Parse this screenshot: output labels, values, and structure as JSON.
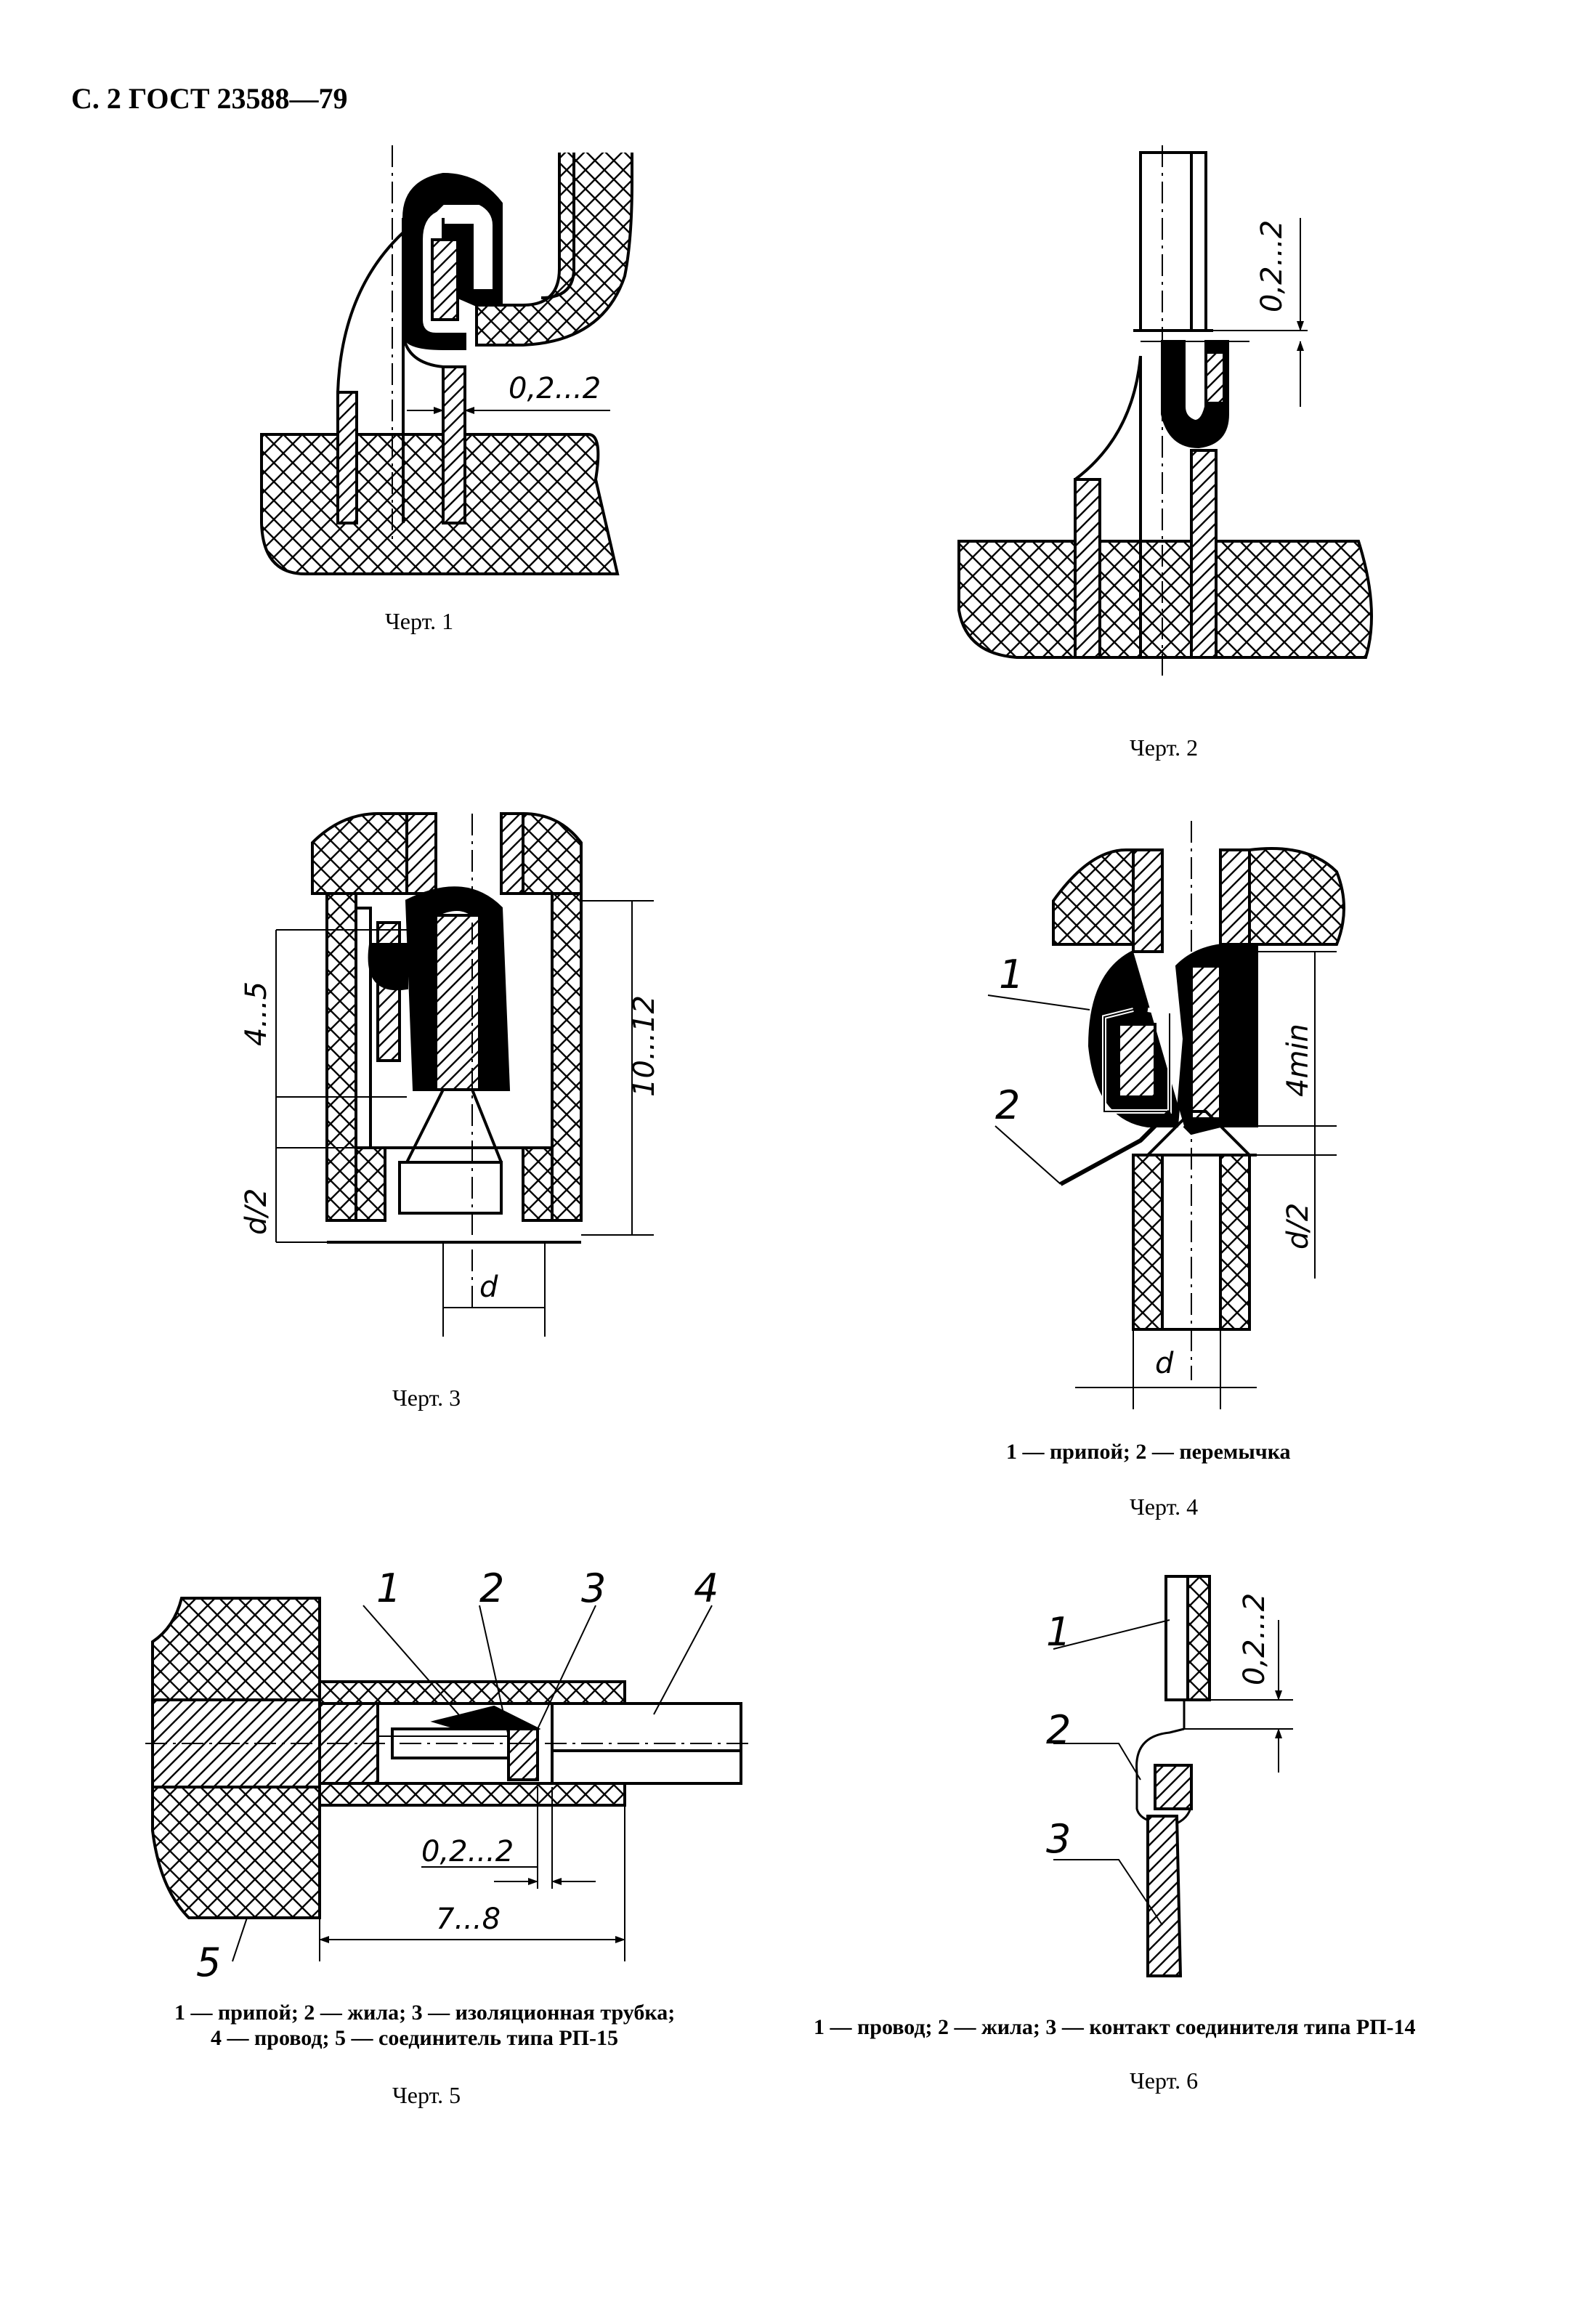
{
  "header": {
    "title": "С. 2 ГОСТ 23588—79"
  },
  "figures": {
    "f1": {
      "caption": "Черт. 1",
      "dim_gap": "0,2...2"
    },
    "f2": {
      "caption": "Черт. 2",
      "dim_gap": "0,2...2"
    },
    "f3": {
      "caption": "Черт. 3",
      "dim_a": "4...5",
      "dim_b": "10...12",
      "dim_c": "d/2",
      "dim_d": "d"
    },
    "f4": {
      "caption": "Черт. 4",
      "legend": "1 — припой; 2 — перемычка",
      "dim_a": "4min",
      "dim_b": "d/2",
      "dim_d": "d",
      "labels": [
        "1",
        "2"
      ]
    },
    "f5": {
      "caption": "Черт. 5",
      "legend_line1": "1 — припой; 2 — жила; 3 — изоляционная трубка;",
      "legend_line2": "4 — провод; 5 — соединитель типа РП-15",
      "dim_gap": "0,2...2",
      "dim_len": "7...8",
      "labels": [
        "1",
        "2",
        "3",
        "4",
        "5"
      ]
    },
    "f6": {
      "caption": "Черт. 6",
      "legend": "1 — провод; 2 — жила; 3 — контакт соединителя типа РП-14",
      "dim_gap": "0,2...2",
      "labels": [
        "1",
        "2",
        "3"
      ]
    }
  }
}
